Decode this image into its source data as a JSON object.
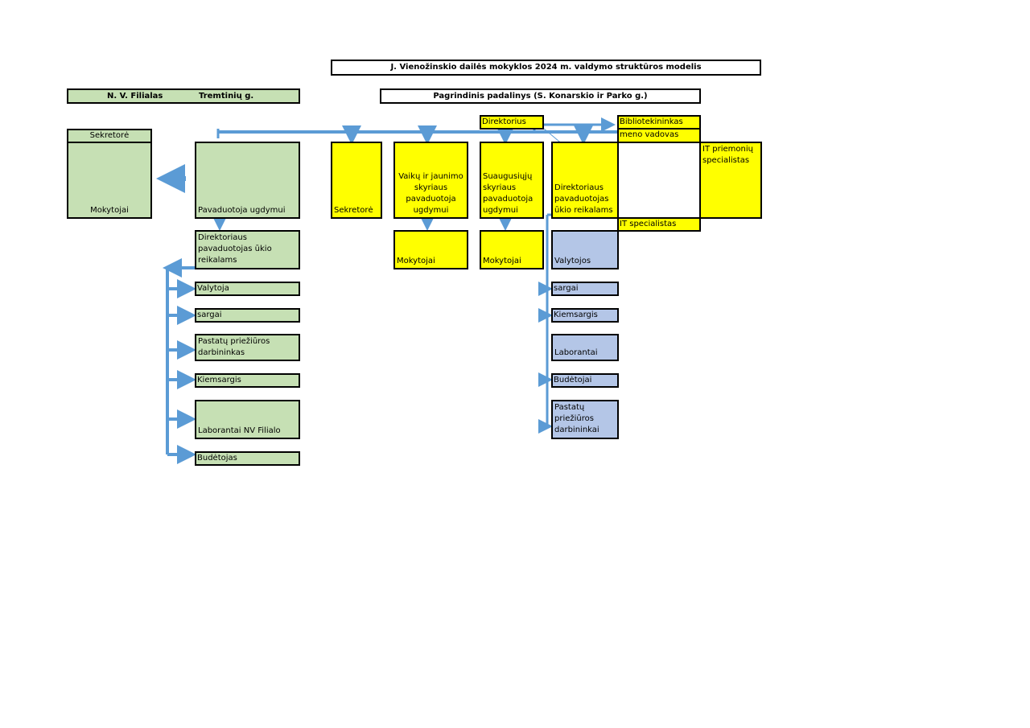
{
  "title": "J. Vienožinskio dailės mokyklos 2024 m. valdymo struktūros modelis",
  "branch": {
    "name": "N. V. Filialas",
    "street": "Tremtinių g.",
    "secretary": "Sekretorė",
    "teachers": "Mokytojai",
    "deputy_education": "Pavaduotoja ugdymui",
    "deputy_economy": "Direktoriaus pavaduotojas ūkio reikalams",
    "staff": [
      "Valytoja",
      "sargai",
      "Pastatų priežiūros darbininkas",
      "Kiemsargis",
      "Laborantai NV Filialo",
      "Budėtojas"
    ]
  },
  "main": {
    "name": "Pagrindinis padalinys (S. Konarskio ir Parko g.)",
    "director": "Direktorius",
    "librarian": "Bibliotekininkas",
    "art_leader": "meno vadovas",
    "it_tools": "IT priemonių specialistas",
    "it_specialist": "IT specialistas",
    "secretary": "Sekretorė",
    "deputy_children": "Vaikų ir jaunimo skyriaus pavaduotoja ugdymui",
    "deputy_adults": "Suaugusiųjų skyriaus pavaduotoja ugdymui",
    "deputy_economy": "Direktoriaus pavaduotojas ūkio reikalams",
    "teachers_children": "Mokytojai",
    "teachers_adults": "Mokytojai",
    "staff": [
      "Valytojos",
      "sargai",
      "Kiemsargis",
      "Laborantai",
      "Budėtojai",
      "Pastatų priežiūros darbininkai"
    ]
  },
  "colors": {
    "branch_fill": "#c6e0b4",
    "main_fill": "#ffff00",
    "staff_fill": "#b4c6e7",
    "connector": "#5b9bd5"
  }
}
